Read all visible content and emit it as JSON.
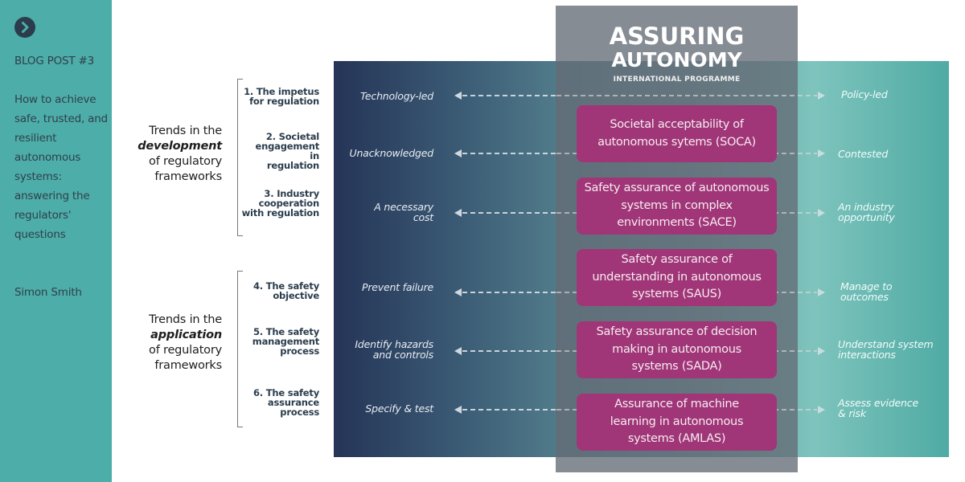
{
  "sidebar": {
    "nav_icon": "chevron-right-circle-icon",
    "tag": "BLOG POST #3",
    "title": "How to achieve safe, trusted, and resilient autonomous systems: answering the regulators' questions",
    "author": "Simon Smith",
    "colors": {
      "background": "#4dada8",
      "text": "#2f3f4d"
    }
  },
  "logo": {
    "line1": "ASSURING",
    "line2": "AUTONOMY",
    "line3": "INTERNATIONAL PROGRAMME"
  },
  "groups": [
    {
      "label_pre": "Trends in the",
      "label_em": "development",
      "label_post": "of regulatory frameworks",
      "questions": [
        {
          "text": "1. The impetus for regulation",
          "from": "Technology-led",
          "to": "Policy-led"
        },
        {
          "text": "2. Societal engagement in regulation",
          "from": "Unacknowledged",
          "to": "Contested"
        },
        {
          "text": "3. Industry cooperation with regulation",
          "from": "A necessary cost",
          "to": "An industry opportunity"
        }
      ]
    },
    {
      "label_pre": "Trends in the",
      "label_em": "application",
      "label_post": "of regulatory frameworks",
      "questions": [
        {
          "text": "4. The safety objective",
          "from": "Prevent failure",
          "to": "Manage to outcomes"
        },
        {
          "text": "5. The safety management process",
          "from": "Identify hazards and controls",
          "to": "Understand system interactions"
        },
        {
          "text": "6. The safety assurance process",
          "from": "Specify & test",
          "to": "Assess evidence & risk"
        }
      ]
    }
  ],
  "programme_boxes": [
    {
      "text": "Societal acceptability of autonomous sytems (SOCA)"
    },
    {
      "text": "Safety assurance of autonomous systems in complex environments (SACE)"
    },
    {
      "text": "Safety assurance of understanding in autonomous systems (SAUS)"
    },
    {
      "text": "Safety assurance of decision making in autonomous systems (SADA)"
    },
    {
      "text": "Assurance of machine learning in autonomous systems (AMLAS)"
    }
  ],
  "colors": {
    "box": "#a03577",
    "band_start": "#253457",
    "band_end": "#4faba4",
    "panel": "#6e757e"
  }
}
